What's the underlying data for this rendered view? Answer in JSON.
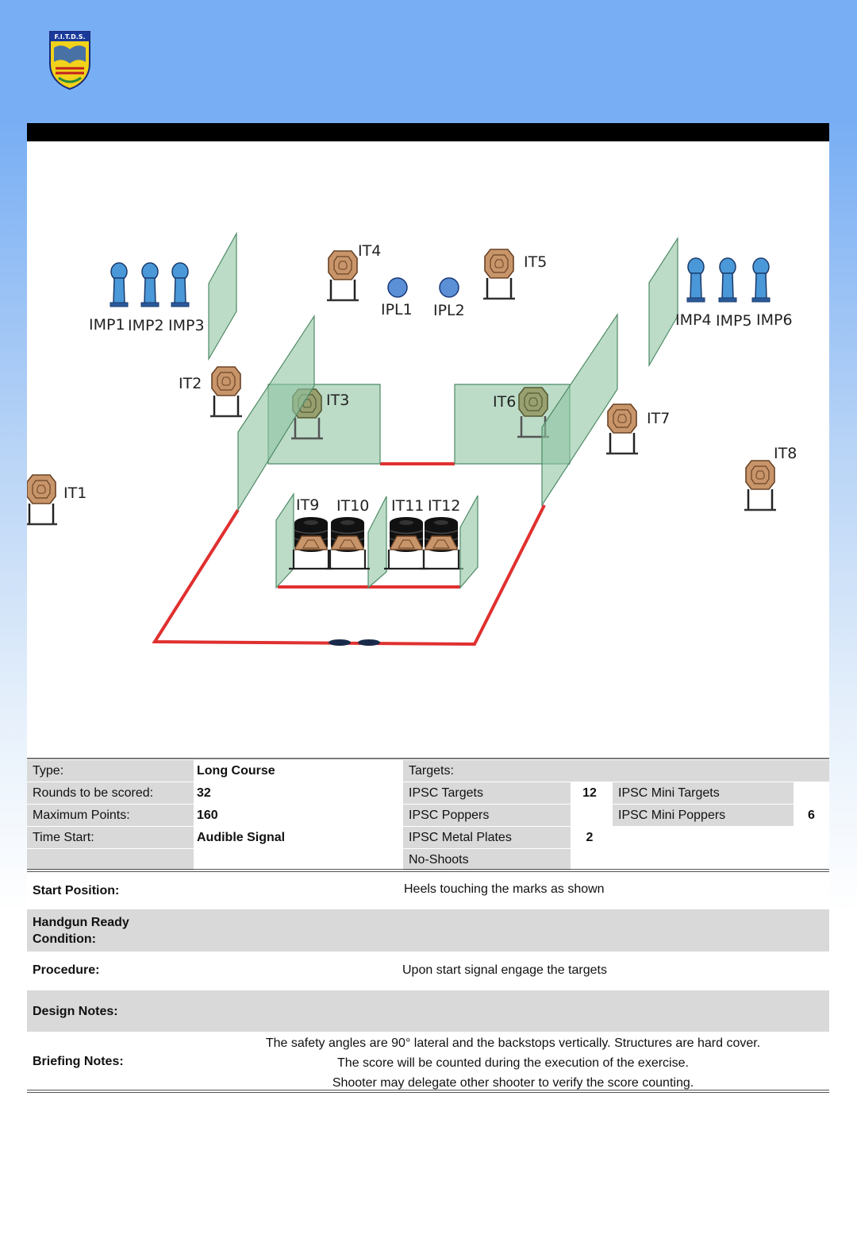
{
  "header": {
    "logo_text": "F.I.T.D.S.",
    "logo_icon": "fitds-shield-logo"
  },
  "colors": {
    "page_top": "#78aef4",
    "title_bar": "#000000",
    "wall": "#8fc4a4",
    "fault_line": "#e03030",
    "popper": "#4a98d8",
    "plate": "#5b8fd6",
    "target": "#c8956a",
    "noshoot_target": "#98a070",
    "table_gray": "#d9d9d9"
  },
  "diagram": {
    "labels": {
      "IMP1": "IMP1",
      "IMP2": "IMP2",
      "IMP3": "IMP3",
      "IMP4": "IMP4",
      "IMP5": "IMP5",
      "IMP6": "IMP6",
      "IPL1": "IPL1",
      "IPL2": "IPL2",
      "IT1": "IT1",
      "IT2": "IT2",
      "IT3": "IT3",
      "IT4": "IT4",
      "IT5": "IT5",
      "IT6": "IT6",
      "IT7": "IT7",
      "IT8": "IT8",
      "IT9": "IT9",
      "IT10": "IT10",
      "IT11": "IT11",
      "IT12": "IT12"
    }
  },
  "info": {
    "type_label": "Type:",
    "type_value": "Long Course",
    "rounds_label": "Rounds to be scored:",
    "rounds_value": "32",
    "points_label": "Maximum Points:",
    "points_value": "160",
    "start_label": "Time Start:",
    "start_value": "Audible Signal",
    "targets_header": "Targets:",
    "ipsc_targets_label": "IPSC Targets",
    "ipsc_targets_value": "12",
    "ipsc_poppers_label": "IPSC Poppers",
    "ipsc_poppers_value": "",
    "metal_plates_label": "IPSC Metal Plates",
    "metal_plates_value": "2",
    "no_shoots_label": "No-Shoots",
    "no_shoots_value": "",
    "mini_targets_label": "IPSC Mini Targets",
    "mini_targets_value": "",
    "mini_poppers_label": "IPSC Mini Poppers",
    "mini_poppers_value": "6"
  },
  "details": {
    "start_position_label": "Start Position:",
    "start_position_value": "Heels touching the marks as shown",
    "ready_condition_label_1": "Handgun Ready",
    "ready_condition_label_2": "Condition:",
    "ready_condition_value": "",
    "procedure_label": "Procedure:",
    "procedure_value": "Upon start signal engage the targets",
    "design_notes_label": "Design Notes:",
    "design_notes_value": "",
    "briefing_notes_label": "Briefing Notes:",
    "briefing_line_1": "The safety angles are 90° lateral and the backstops vertically. Structures are hard cover.",
    "briefing_line_2": "The score will be counted during the execution of the exercise.",
    "briefing_line_3": "Shooter may delegate other shooter to verify the score counting."
  }
}
